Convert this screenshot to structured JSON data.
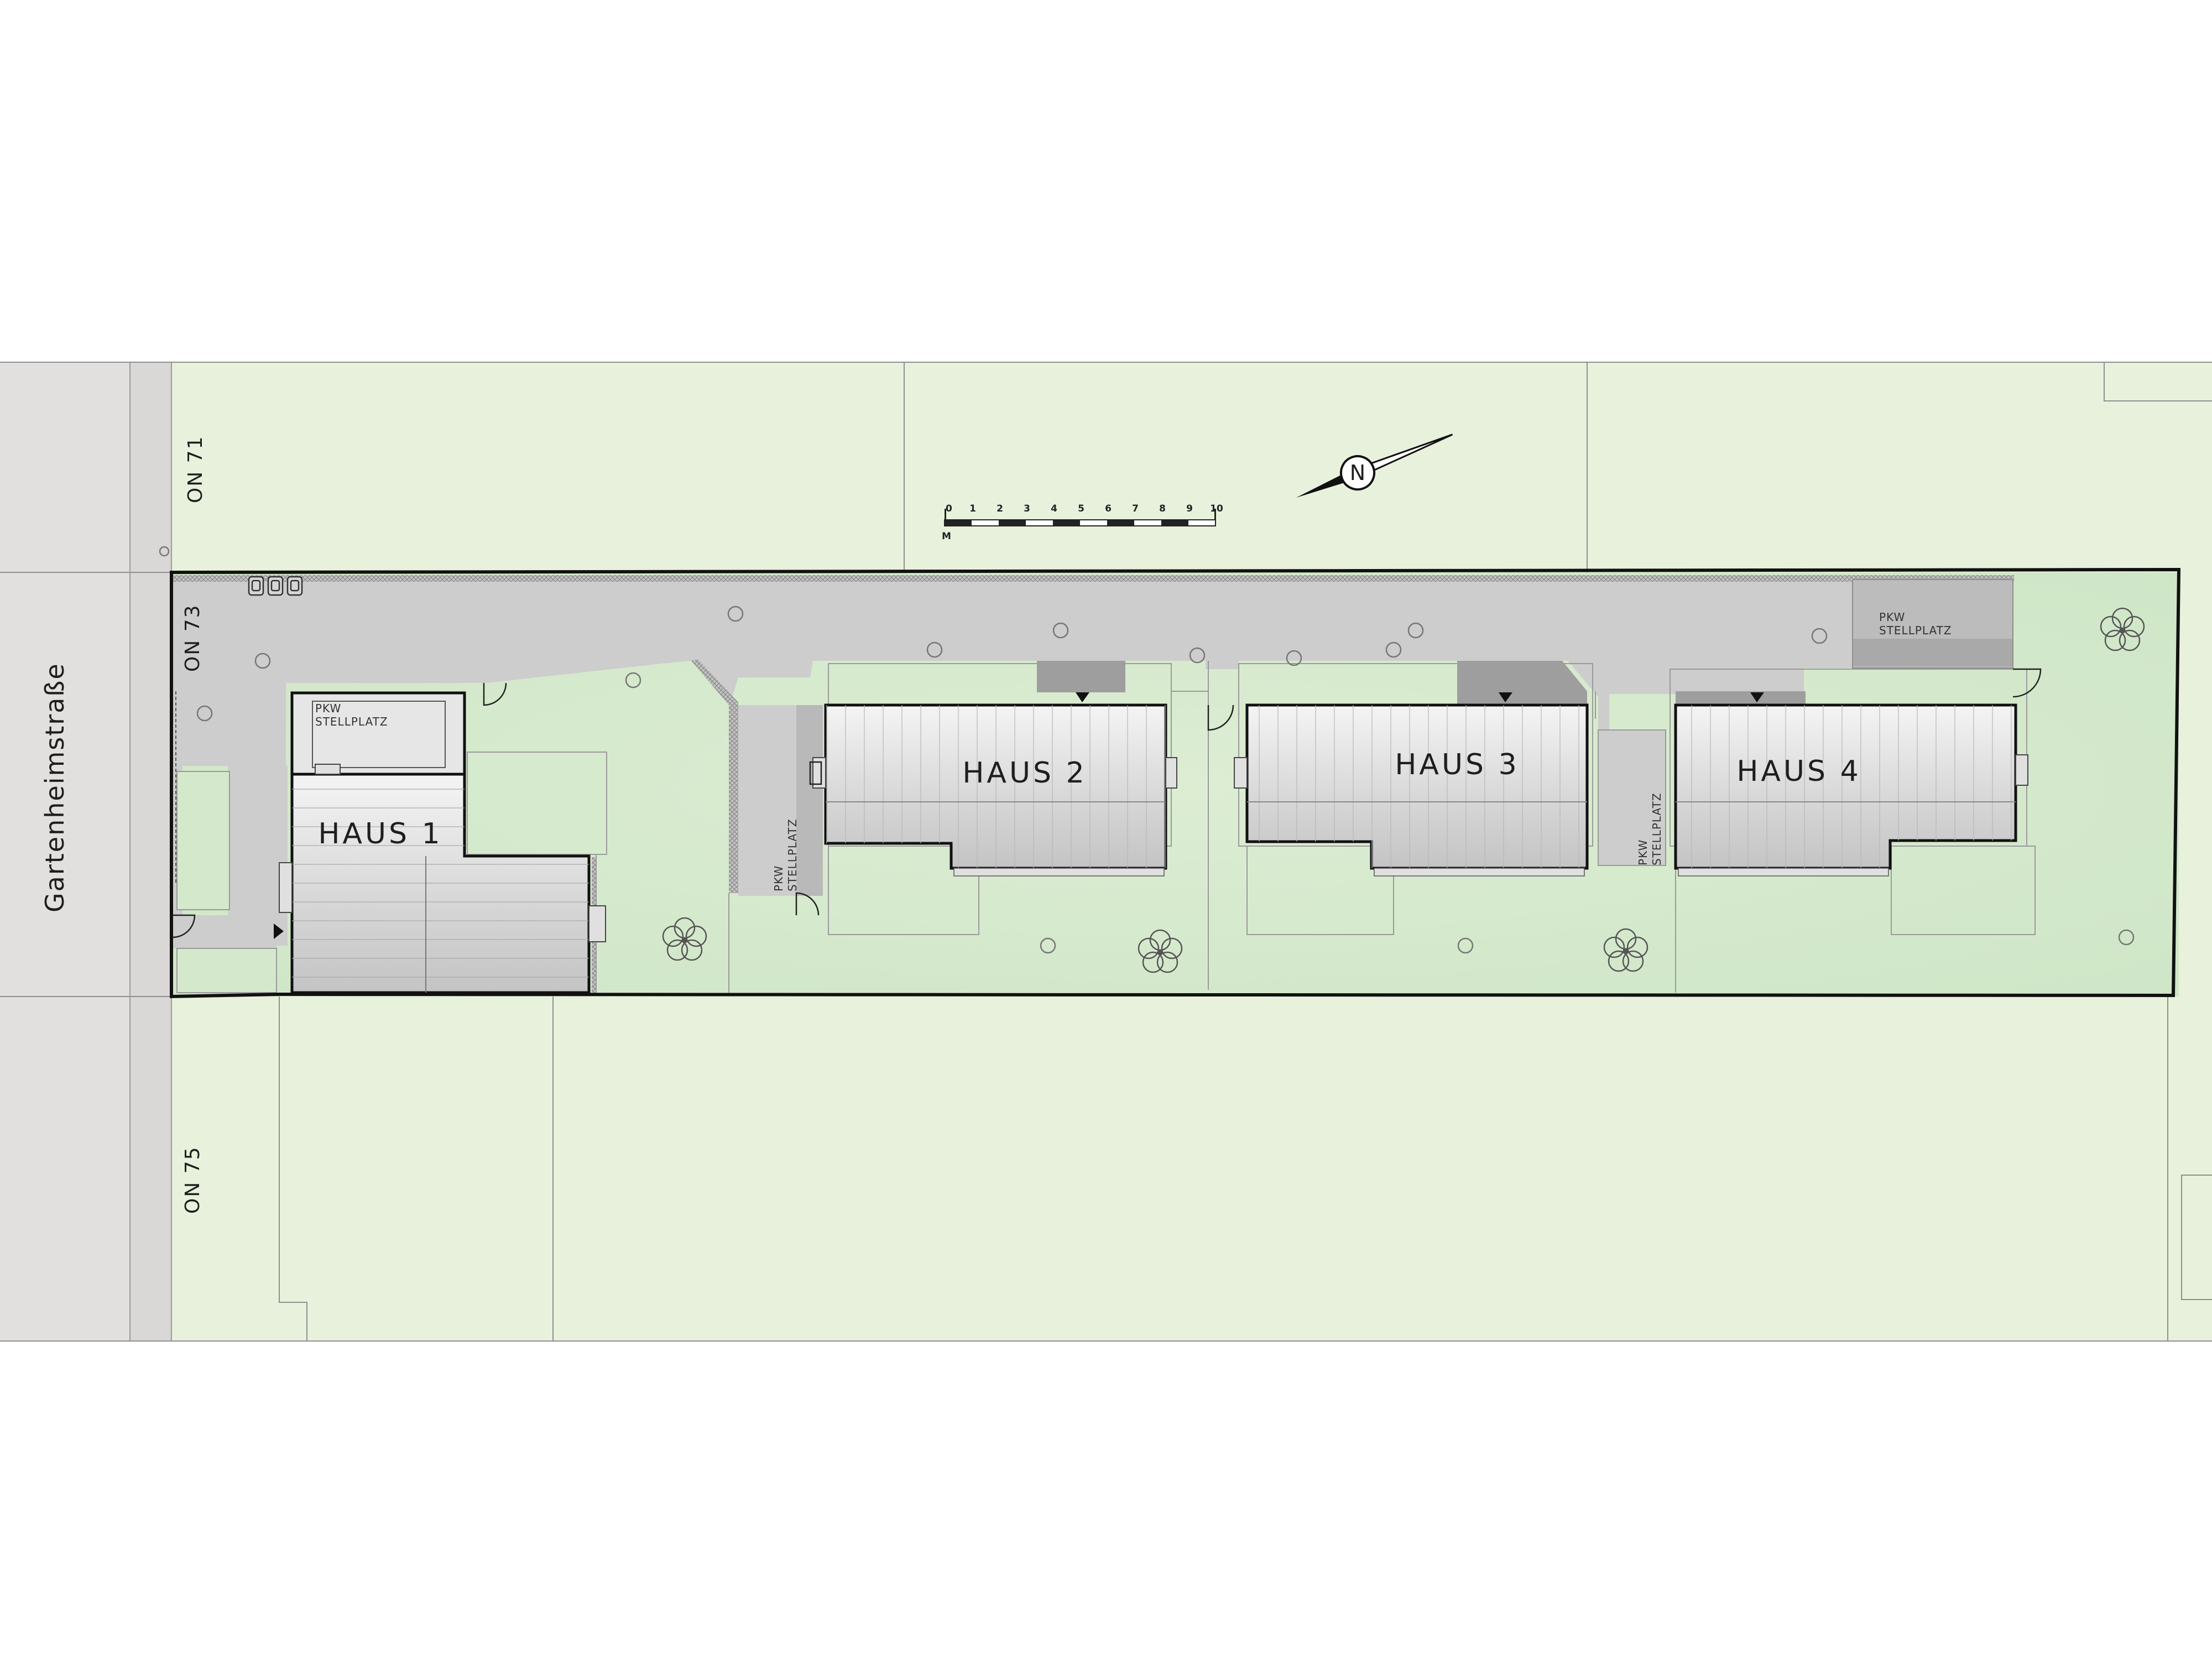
{
  "street": {
    "name": "Gartenheimstraße"
  },
  "neighbors": {
    "on71": "ON 71",
    "on73": "ON 73",
    "on75": "ON 75"
  },
  "houses": [
    {
      "id": "haus-1",
      "label": "HAUS 1"
    },
    {
      "id": "haus-2",
      "label": "HAUS 2"
    },
    {
      "id": "haus-3",
      "label": "HAUS 3"
    },
    {
      "id": "haus-4",
      "label": "HAUS 4"
    }
  ],
  "parking": {
    "line1": "PKW",
    "line2": "STELLPLATZ"
  },
  "scale_bar": {
    "ticks": [
      "0",
      "1",
      "2",
      "3",
      "4",
      "5",
      "6",
      "7",
      "8",
      "9",
      "10"
    ],
    "unit": "M"
  },
  "north_arrow": {
    "letter": "N",
    "icon": "north-arrow-icon"
  },
  "colors": {
    "lawn": "#e8f1dc",
    "garden": "#d4e9cc",
    "street": "#e1e0df",
    "drive": "#cdcdcd",
    "roof": "#d8d8d8",
    "border": "#111111"
  }
}
